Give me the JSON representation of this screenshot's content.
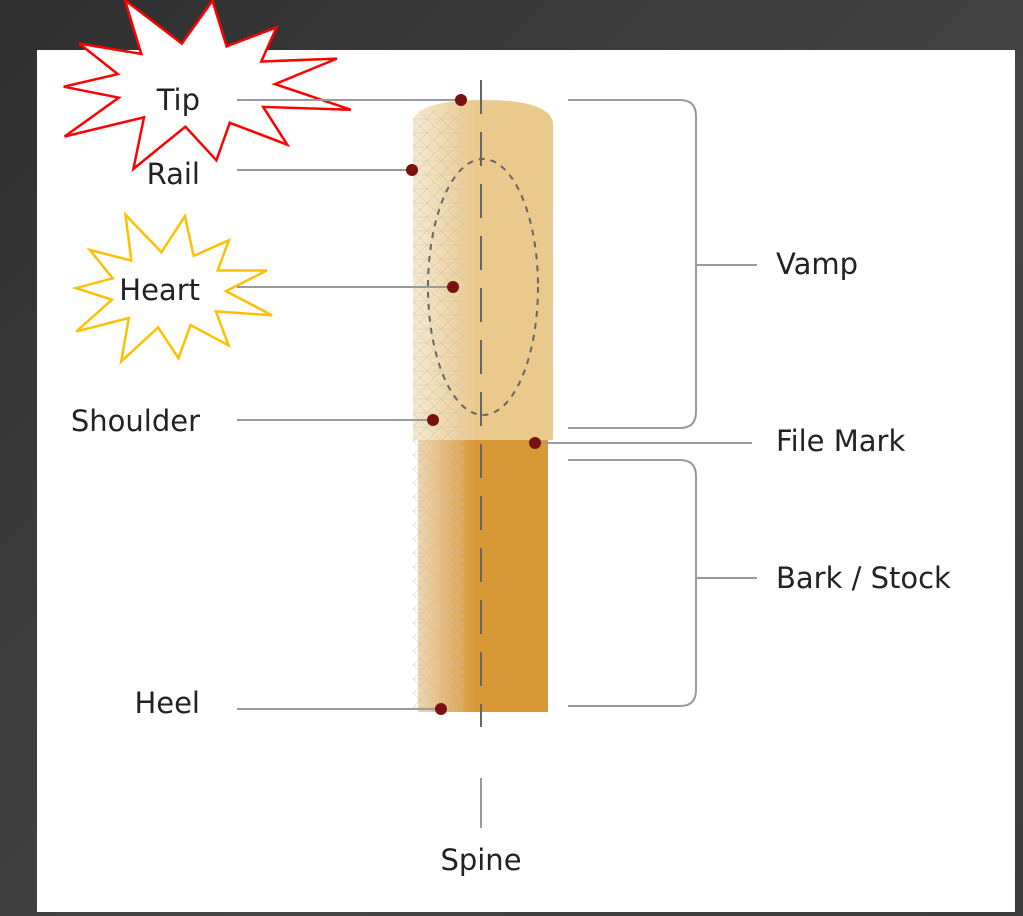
{
  "title": "Reed anatomy diagram",
  "labels": {
    "tip": "Tip",
    "rail": "Rail",
    "heart": "Heart",
    "shoulder": "Shoulder",
    "heel": "Heel",
    "vamp": "Vamp",
    "file_mark": "File Mark",
    "bark_stock": "Bark / Stock",
    "spine": "Spine"
  },
  "highlights": {
    "tip_starburst_color": "#ff0000",
    "heart_starburst_color": "#ffc000"
  },
  "colors": {
    "vamp": "#e9c98c",
    "bark": "#d99838",
    "marker": "#7a1111"
  }
}
